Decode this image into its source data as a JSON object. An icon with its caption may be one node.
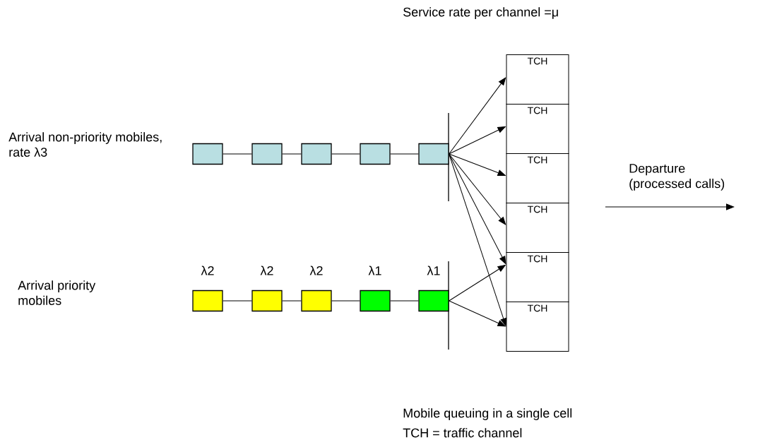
{
  "diagram": {
    "nodes": [
      {
        "text": [],
        "shape": "box"
      },
      {
        "text": [],
        "shape": "box"
      },
      {
        "text": [],
        "shape": "box"
      },
      {
        "text": [],
        "shape": "box"
      },
      {
        "text": [],
        "shape": "box"
      },
      {
        "text": [],
        "shape": "box",
        "beside": [
          "λ2"
        ]
      },
      {
        "text": [],
        "shape": "box",
        "beside": [
          "λ2"
        ]
      },
      {
        "text": [],
        "shape": "box",
        "beside": [
          "λ2"
        ]
      },
      {
        "text": [],
        "shape": "box",
        "beside": [
          "λ1"
        ]
      },
      {
        "text": [],
        "shape": "box",
        "beside": [
          "λ1"
        ]
      },
      {
        "text": [
          "TCH"
        ]
      },
      {
        "text": [
          "TCH"
        ]
      },
      {
        "text": [
          "TCH"
        ]
      },
      {
        "text": [
          "TCH"
        ]
      },
      {
        "text": [
          "TCH"
        ]
      },
      {
        "text": [
          "TCH"
        ]
      }
    ],
    "edges": [
      {
        "from": 0,
        "to": 1,
        "arrow": "none"
      },
      {
        "from": 1,
        "to": 2,
        "arrow": "none"
      },
      {
        "from": 2,
        "to": 3,
        "arrow": "none"
      },
      {
        "from": 3,
        "to": 4,
        "arrow": "none"
      },
      {
        "from": 5,
        "to": 6,
        "arrow": "none"
      },
      {
        "from": 6,
        "to": 7,
        "arrow": "none"
      },
      {
        "from": 7,
        "to": 8,
        "arrow": "none"
      },
      {
        "from": 8,
        "to": 9,
        "arrow": "none"
      },
      {
        "from": 4,
        "to": 10,
        "arrow": "to"
      },
      {
        "from": 4,
        "to": 11,
        "arrow": "to"
      },
      {
        "from": 4,
        "to": 12,
        "arrow": "to"
      },
      {
        "from": 4,
        "to": 13,
        "arrow": "to"
      },
      {
        "from": 4,
        "to": 14,
        "arrow": "to"
      },
      {
        "from": 4,
        "to": 15,
        "arrow": "to"
      },
      {
        "from": 9,
        "to": 14,
        "arrow": "to"
      },
      {
        "from": 9,
        "to": 15,
        "arrow": "to"
      }
    ],
    "labels": [
      "Service rate per channel =μ",
      "Arrival non-priority mobiles, rate λ3",
      "Departure (processed calls)",
      "Arrival priority mobiles",
      "Mobile queuing in a single cell",
      "TCH = traffic channel"
    ]
  }
}
